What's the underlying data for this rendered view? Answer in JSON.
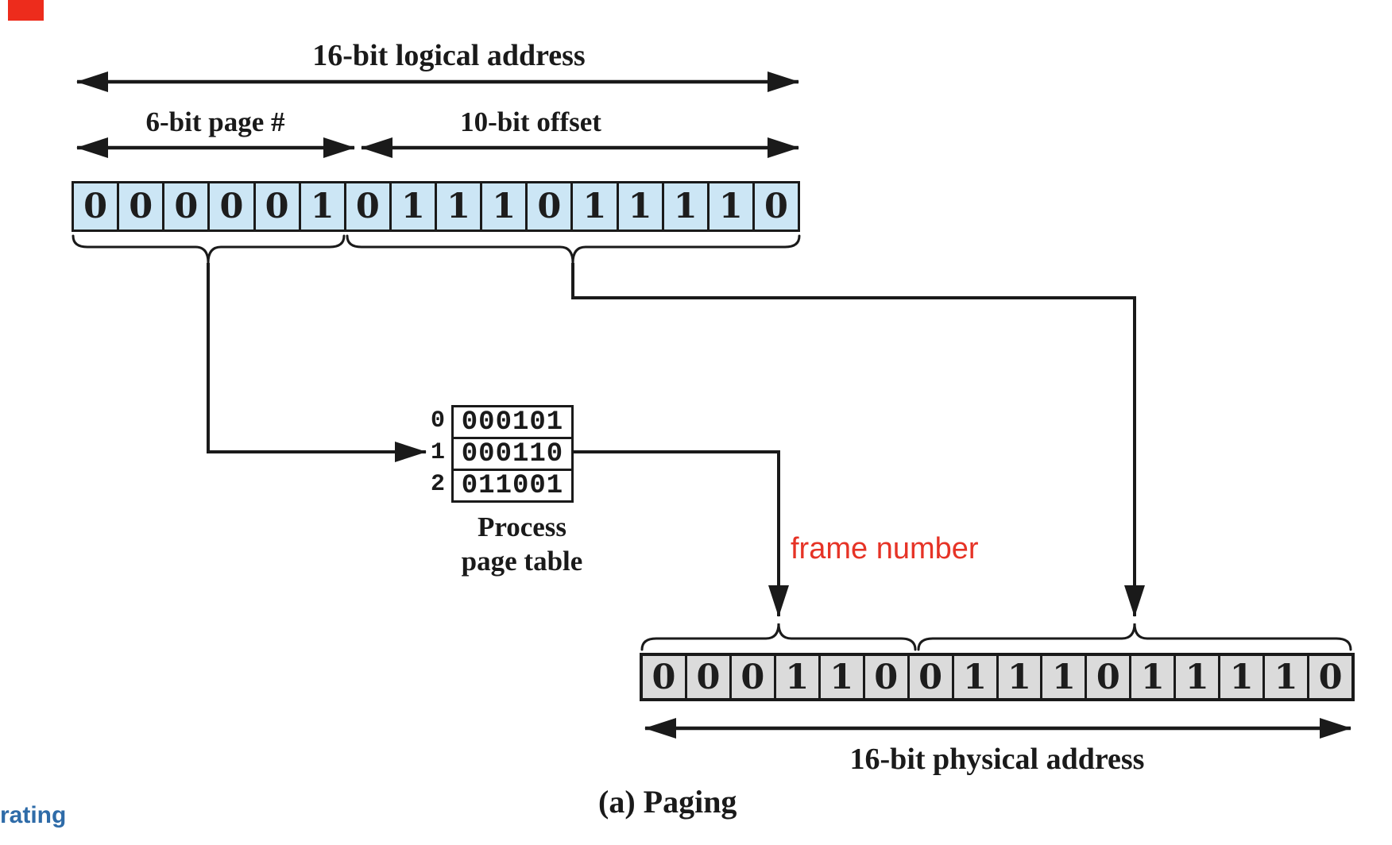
{
  "figure": {
    "logical": {
      "title": "16-bit logical address",
      "page_label": "6-bit page #",
      "offset_label": "10-bit offset",
      "bits": [
        "0",
        "0",
        "0",
        "0",
        "0",
        "1",
        "0",
        "1",
        "1",
        "1",
        "0",
        "1",
        "1",
        "1",
        "1",
        "0"
      ]
    },
    "page_table": {
      "indices": [
        "0",
        "1",
        "2"
      ],
      "entries": [
        "000101",
        "000110",
        "011001"
      ],
      "caption": "Process\npage table"
    },
    "frame_number_label": "frame number",
    "physical": {
      "title": "16-bit physical address",
      "bits": [
        "0",
        "0",
        "0",
        "1",
        "1",
        "0",
        "0",
        "1",
        "1",
        "1",
        "0",
        "1",
        "1",
        "1",
        "1",
        "0"
      ]
    },
    "caption": "(a) Paging",
    "watermark_text": "rating",
    "colors": {
      "logical_cell_blue": "#cce6f5",
      "physical_cell_gray": "#dbdbdb",
      "frame_label_red": "#e63326",
      "watermark_blue": "#2e6ba8",
      "corner_marker_red": "#ed2c1c"
    }
  }
}
